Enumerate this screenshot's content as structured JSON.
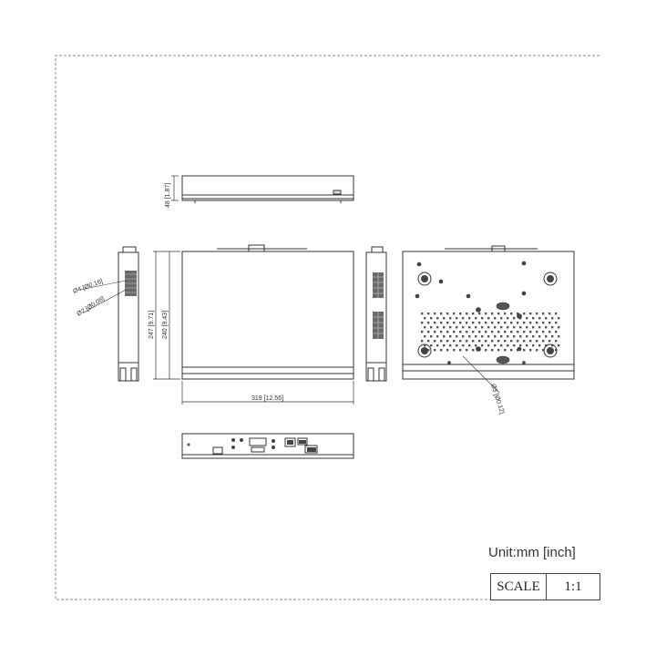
{
  "dimensions": {
    "height_front": "48 [1.87]",
    "depth_side": "240 [9.43]",
    "depth_side_alt": "247 [9.71]",
    "width_top": "319 [12.56]",
    "hole_outer": "Ø4 [Ø0.16]",
    "hole_inner": "Ø2 [Ø0.08]",
    "bottom_hole": "Ø3 [Ø0.12]"
  },
  "unit_label": "Unit:mm [inch]",
  "scale": {
    "label": "SCALE",
    "value": "1:1"
  },
  "colors": {
    "line": "#333333",
    "border_dash": "#888888",
    "fill_dark": "#555555"
  }
}
